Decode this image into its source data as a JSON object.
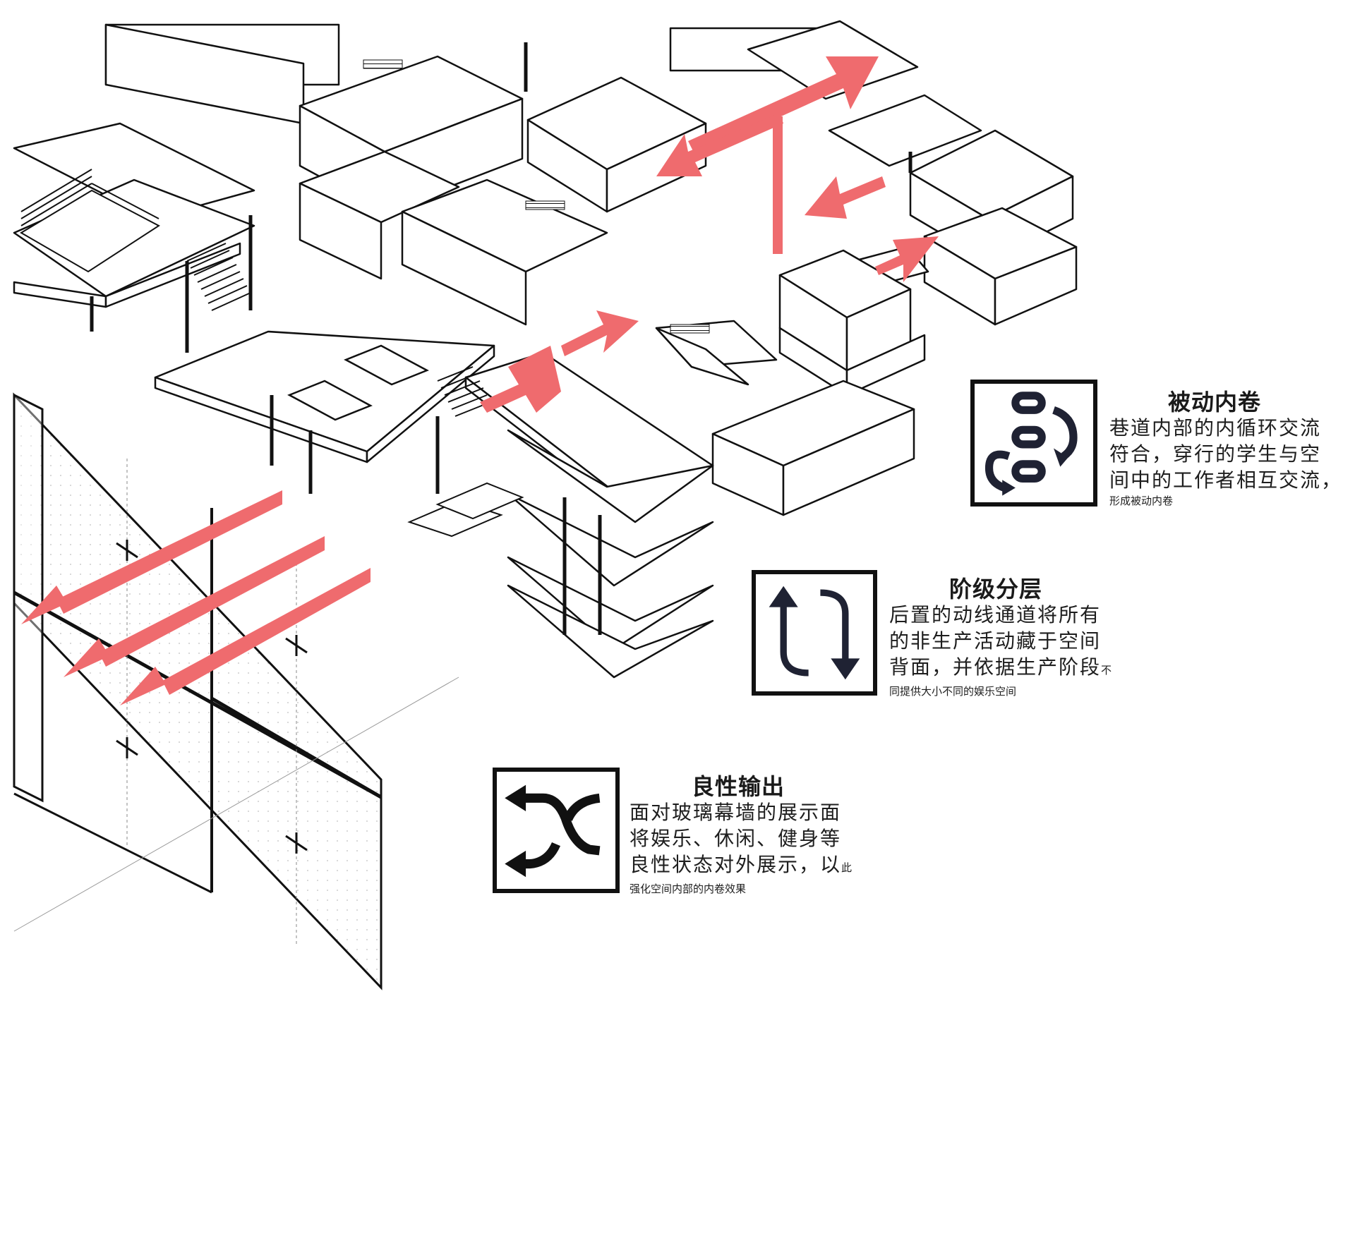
{
  "colors": {
    "arrow": "#ef6b6e",
    "ink": "#111111",
    "grid": "#9a9a9a"
  },
  "legends": [
    {
      "id": "passive",
      "icon": "loop-cycle-icon",
      "title": "被动内卷",
      "lines": [
        "巷道内部的内循环交流",
        "符合，穿行的学生与空",
        "间中的工作者相互交流，"
      ],
      "tail": "",
      "small_line": "形成被动内卷"
    },
    {
      "id": "class",
      "icon": "swap-vertical-icon",
      "title": "阶级分层",
      "lines": [
        "后置的动线通道将所有",
        "的非生产活动藏于空间"
      ],
      "line3": "背面，并依据生产阶段",
      "tail": "不",
      "small_line": "同提供大小不同的娱乐空间"
    },
    {
      "id": "benign",
      "icon": "crossing-arrows-icon",
      "title": "良性输出",
      "lines": [
        "面对玻璃幕墙的展示面",
        "将娱乐、休闲、健身等"
      ],
      "line3": "良性状态对外展示，以",
      "tail": "此",
      "small_line": "强化空间内部的内卷效果"
    }
  ]
}
